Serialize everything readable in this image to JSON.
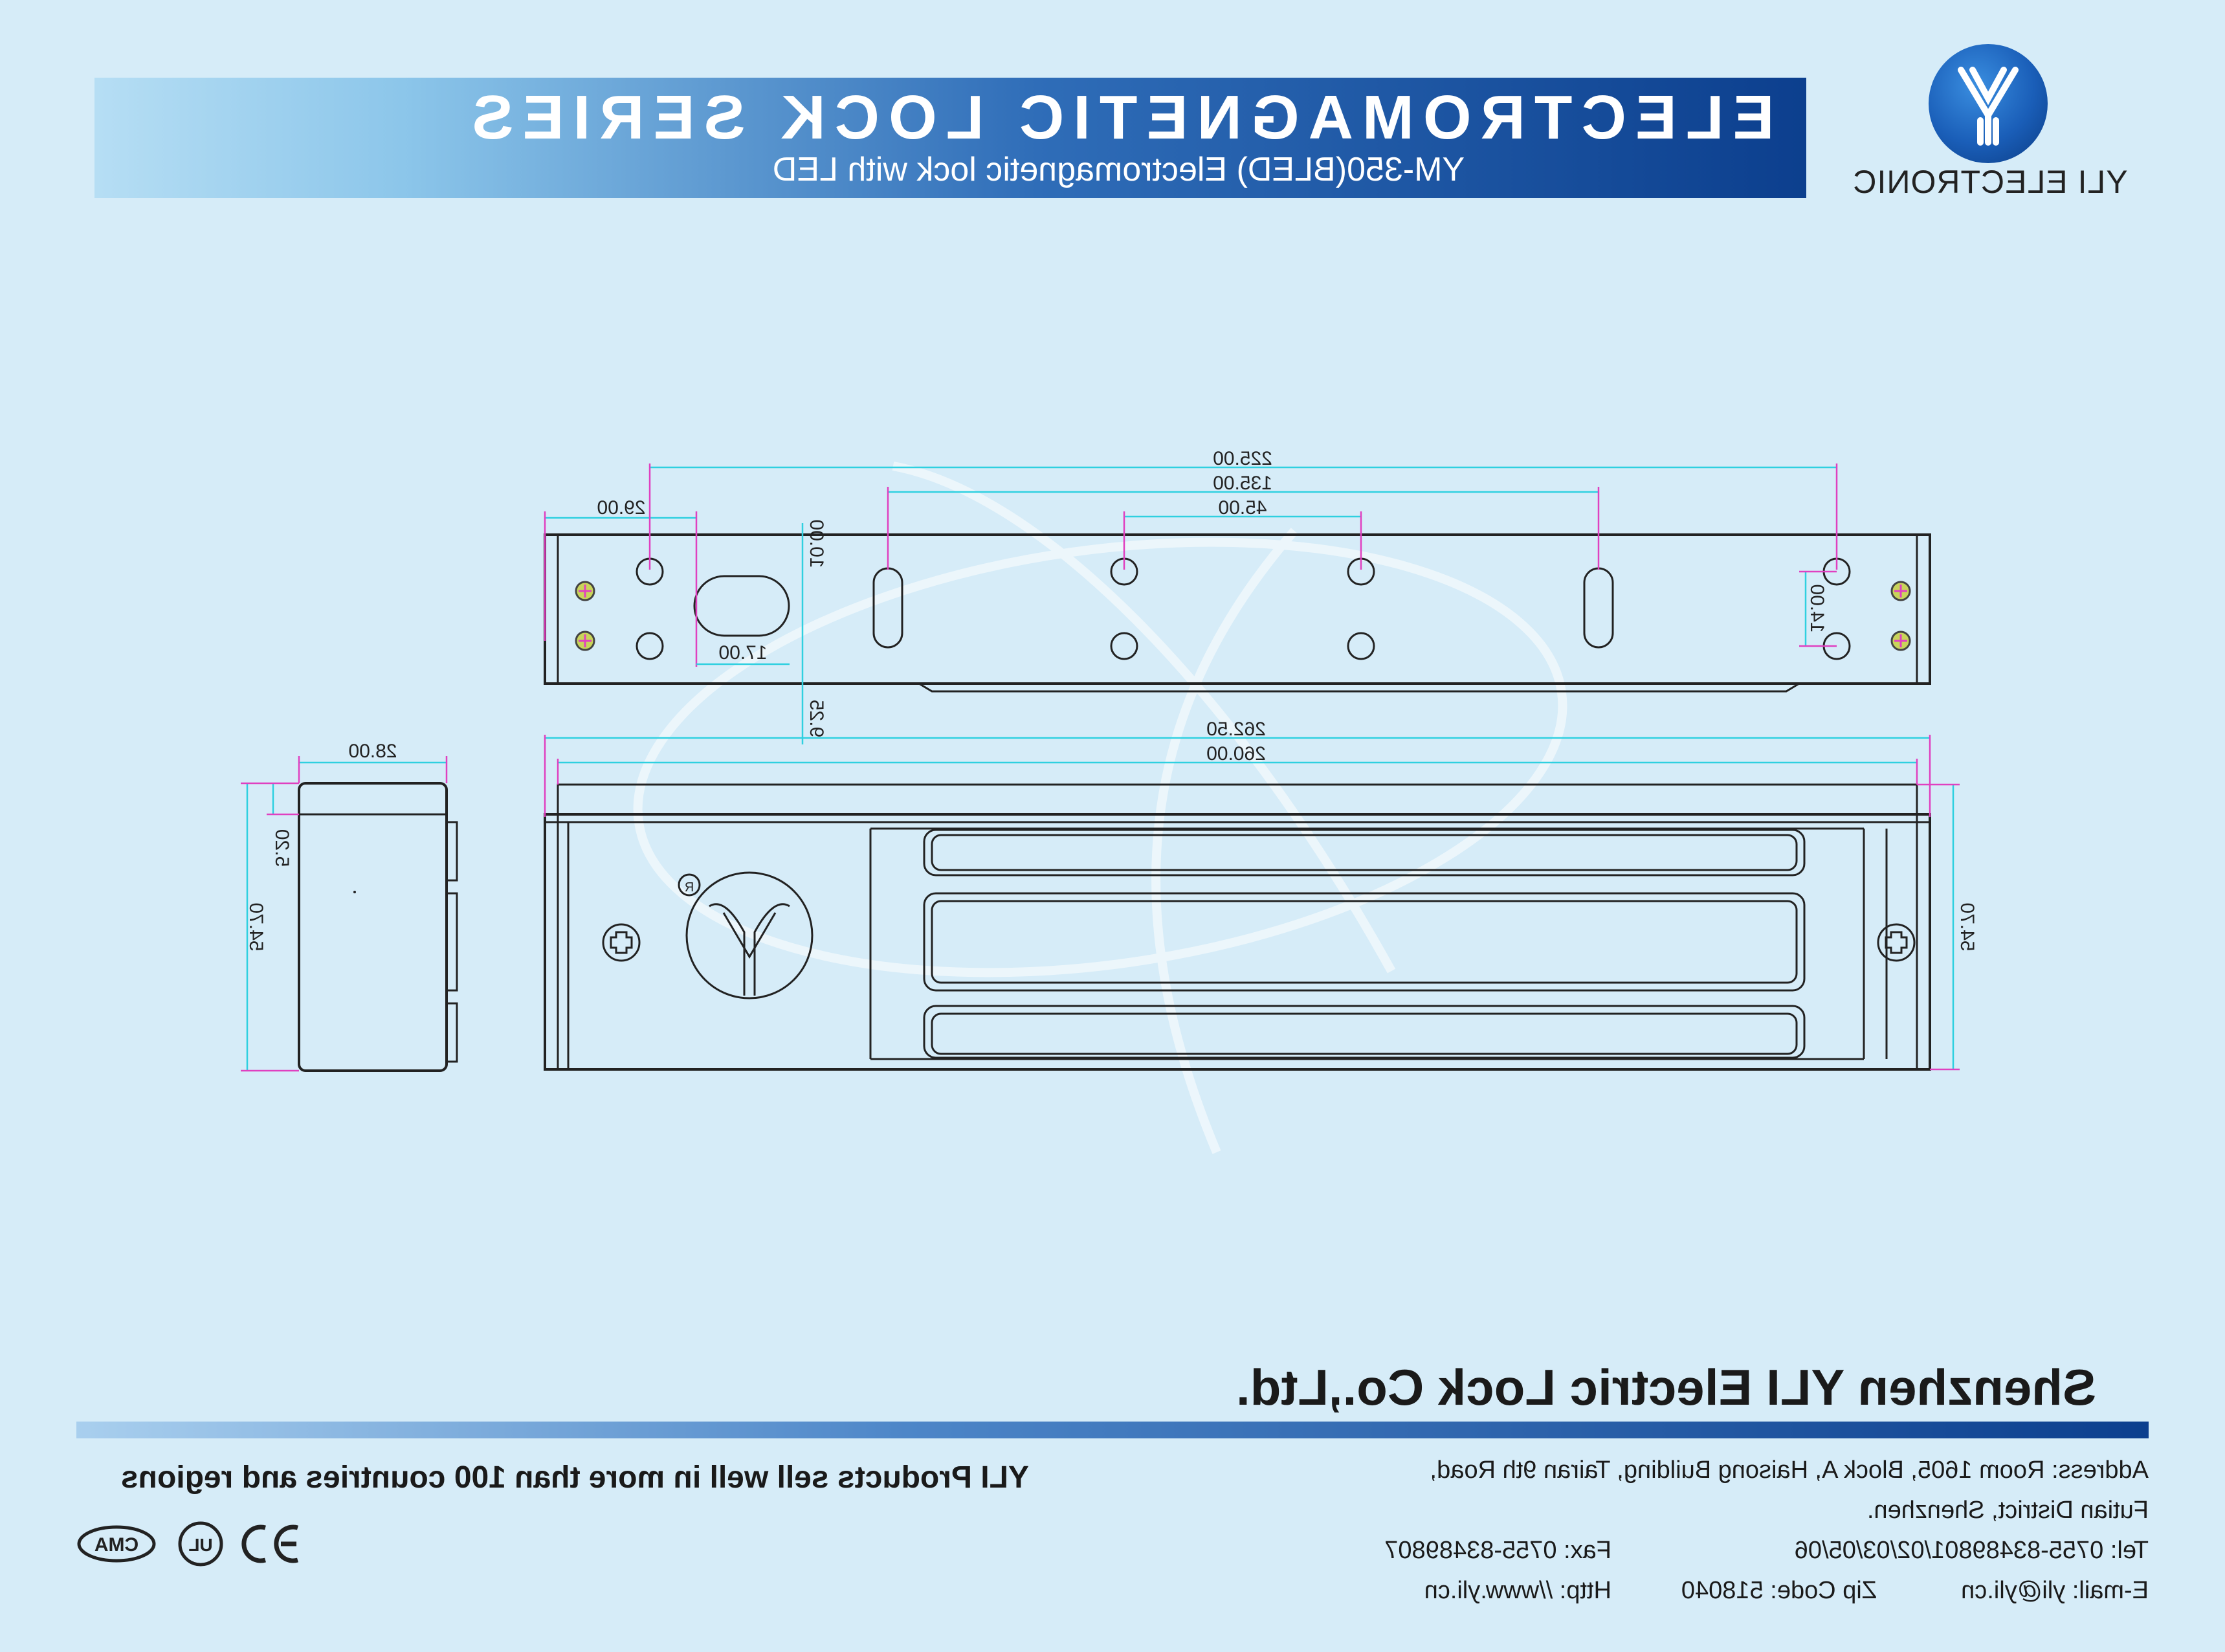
{
  "header": {
    "title": "ELECTROMAGNETIC LOCK SERIES",
    "subtitle": "YM-350(BLED) Electromagnetic lock with  LED"
  },
  "brand": {
    "logo_text": "YLI ELECTRONIC",
    "logo_icon": "yli-y-logo-icon",
    "accent_color": "#0c3f8e"
  },
  "drawing": {
    "top_view": {
      "dim_225": "225.00",
      "dim_135": "135.00",
      "dim_45": "45.00",
      "dim_29": "29.00",
      "dim_10": "10.00",
      "dim_17": "17.00",
      "dim_14": "14.00",
      "dim_9_25": "9.25"
    },
    "front_view": {
      "dim_262_5": "262.50",
      "dim_260": "260.00",
      "dim_54_7_right": "54.70",
      "registered_mark": "R"
    },
    "side_view": {
      "dim_28": "28.00",
      "dim_5_2": "5.20",
      "dim_54_7": "54.70"
    }
  },
  "footer": {
    "company": "Shenzhen YLI Electric Lock Co.,Ltd.",
    "address_line1": "Address: Room 1605, Block A, Haisong Building, Tairan 9th Road,",
    "address_line2": "Futian District, Shenzhen.",
    "tel": "Tel: 0755-83489801/02/03/05/06",
    "fax": "Fax: 0755-83489807",
    "email": "E-mail: yli@yli.cn",
    "zip": "Zip Code: 518040",
    "http": "Http: //www.yli.cn",
    "slogan": "YLI Products sell well in more than 100 countries and regions",
    "certifications": [
      "CMA",
      "UL",
      "CE"
    ]
  }
}
